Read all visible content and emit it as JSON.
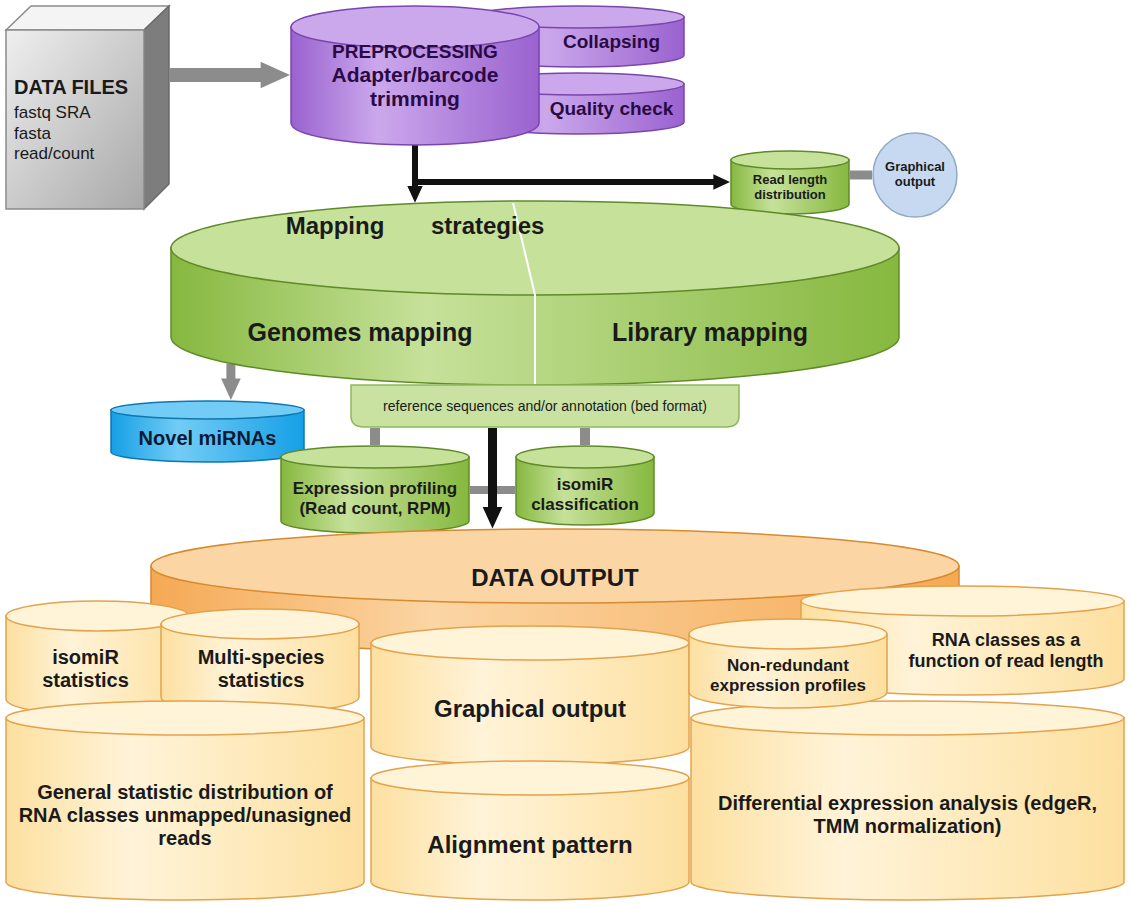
{
  "diagram": {
    "nodes": [
      {
        "text": [
          "DATA FILES",
          "fastq SRA fasta read/count"
        ]
      },
      {
        "text": [
          "PREPROCESSING",
          "Adapter/barcode trimming"
        ]
      },
      {
        "text": [
          "Collapsing"
        ]
      },
      {
        "text": [
          "Quality check"
        ]
      },
      {
        "text": [
          "Read length distribution"
        ]
      },
      {
        "text": [
          "Graphical output"
        ]
      },
      {
        "text": [
          "Mapping strategies"
        ]
      },
      {
        "text": [
          "Genomes mapping"
        ],
        "in": 6
      },
      {
        "text": [
          "Library mapping"
        ],
        "in": 6
      },
      {
        "text": [
          "reference sequences and/or annotation (bed format)"
        ]
      },
      {
        "text": [
          "Novel miRNAs"
        ]
      },
      {
        "text": [
          "Expression profiling (Read count, RPM)"
        ]
      },
      {
        "text": [
          "isomiR classification"
        ]
      },
      {
        "text": [
          "DATA OUTPUT"
        ]
      },
      {
        "text": [
          "isomiR statistics"
        ]
      },
      {
        "text": [
          "Multi-species statistics"
        ]
      },
      {
        "text": [
          "Graphical output"
        ]
      },
      {
        "text": [
          "Non-redundant expression profiles"
        ]
      },
      {
        "text": [
          "RNA classes as a function of read length"
        ]
      },
      {
        "text": [
          "General statistic distribution of RNA classes unmapped/unasigned reads"
        ]
      },
      {
        "text": [
          "Alignment pattern"
        ]
      },
      {
        "text": [
          "Differential expression analysis (edgeR, TMM normalization)"
        ]
      }
    ],
    "edges": [
      {
        "from": 0,
        "to": 1,
        "arrow": "to"
      },
      {
        "from": 1,
        "to": 6,
        "arrow": "to"
      },
      {
        "from": 1,
        "to": 4,
        "arrow": "to"
      },
      {
        "from": 4,
        "to": 5,
        "arrow": "none"
      },
      {
        "from": 6,
        "to": 10,
        "arrow": "to"
      },
      {
        "from": 9,
        "to": 11,
        "arrow": "none"
      },
      {
        "from": 9,
        "to": 12,
        "arrow": "none"
      },
      {
        "from": 11,
        "to": 12,
        "arrow": "none"
      },
      {
        "from": 9,
        "to": 13,
        "arrow": "to"
      }
    ]
  }
}
